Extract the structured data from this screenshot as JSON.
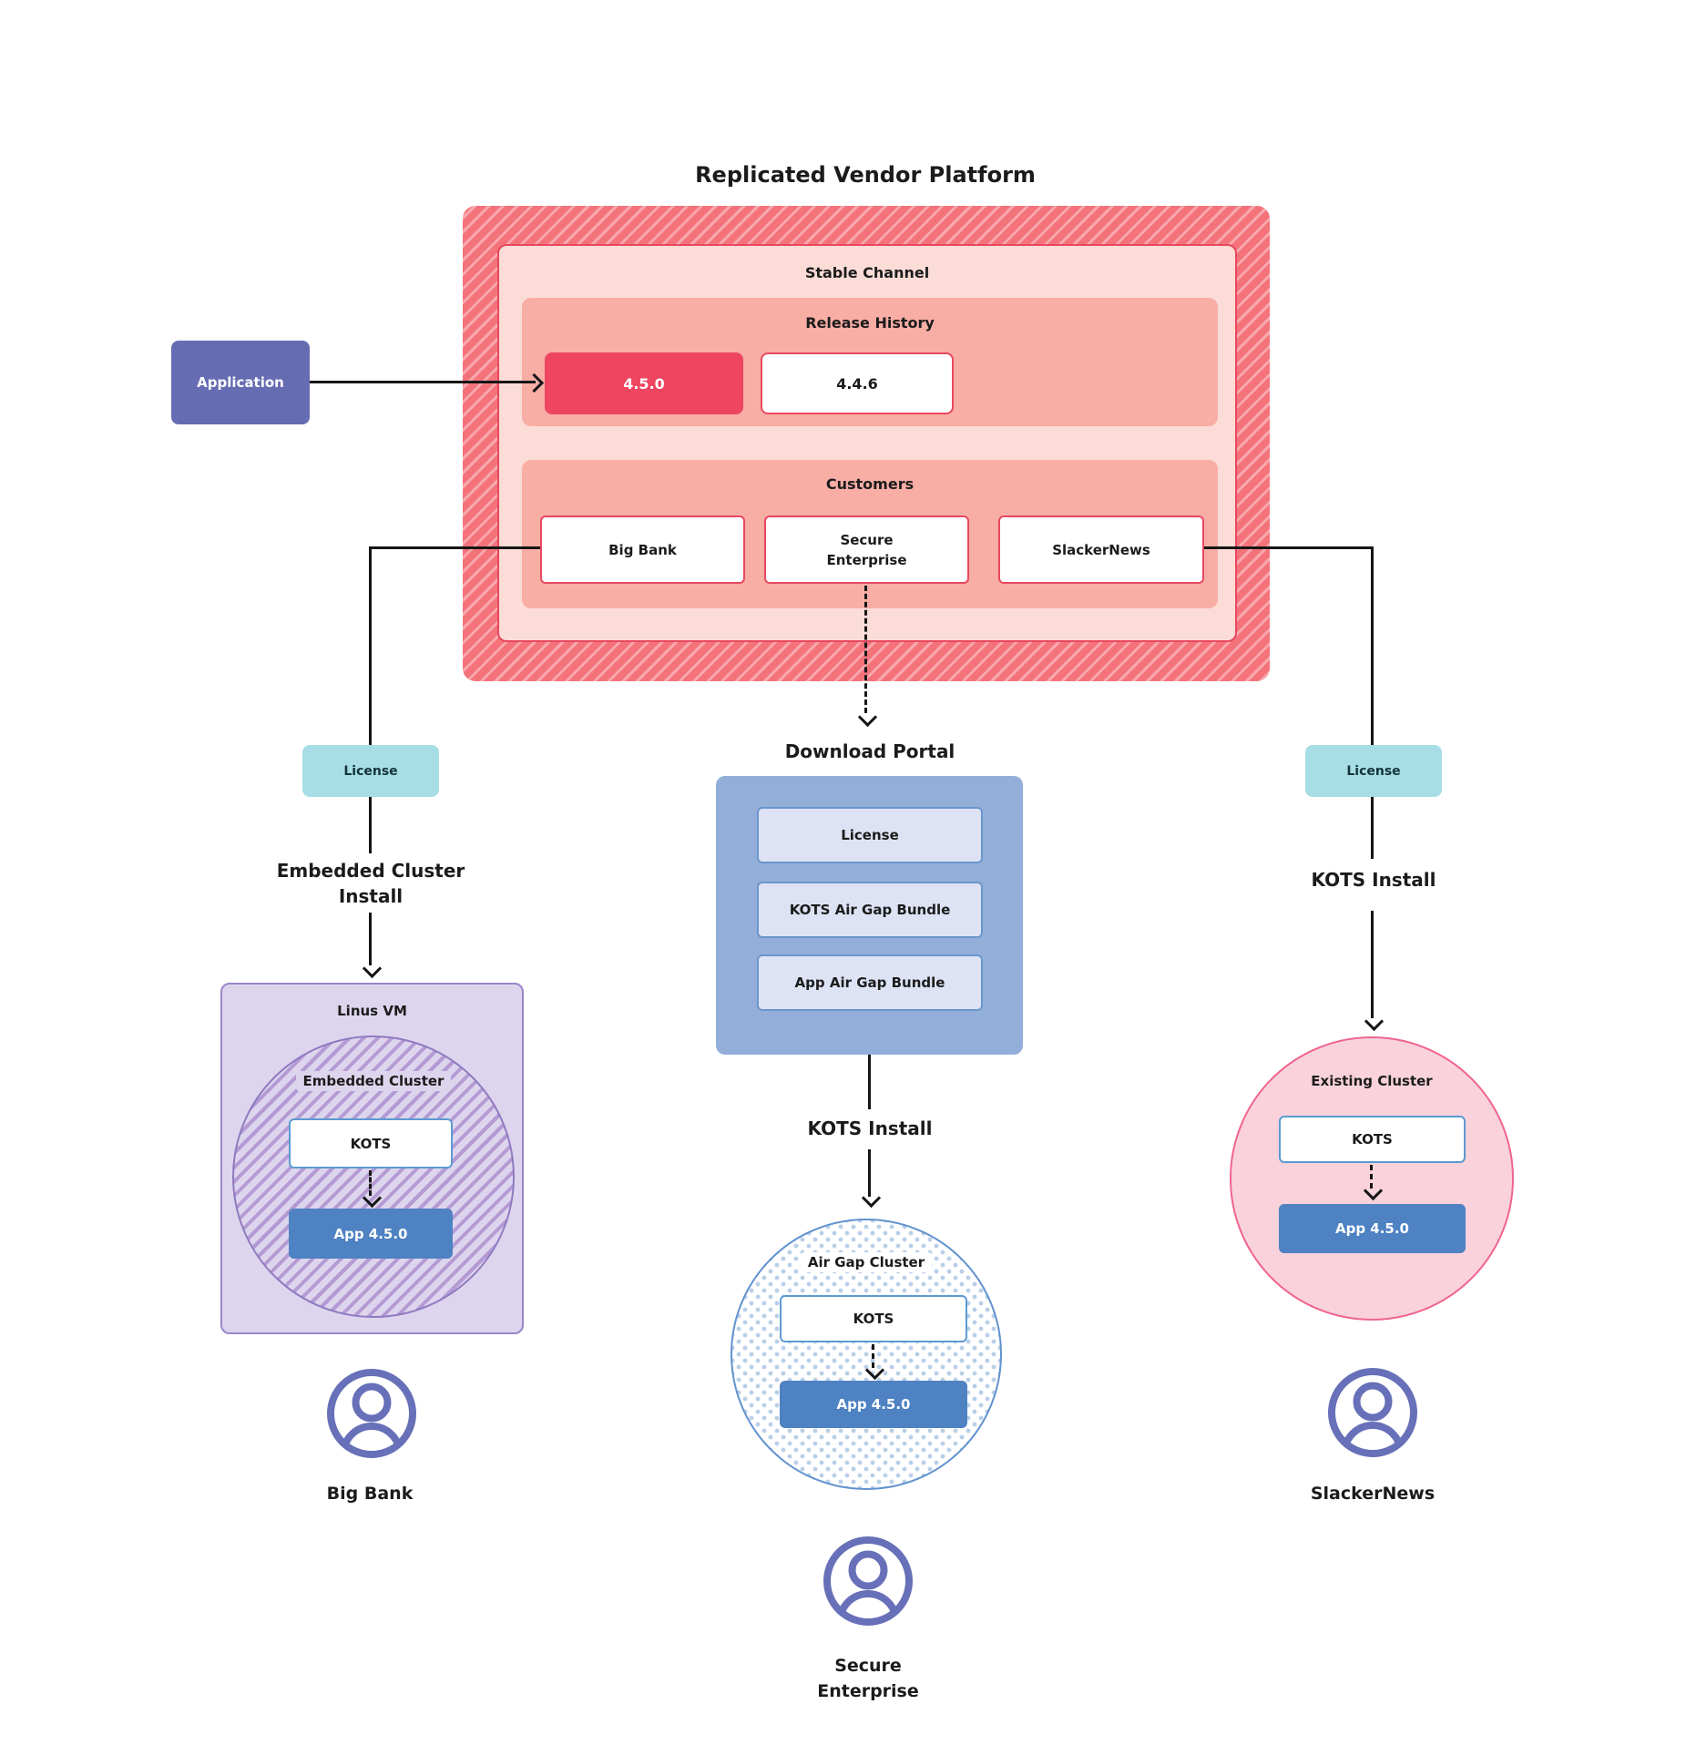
{
  "title": "Replicated Vendor Platform",
  "colors": {
    "platform_red": "#f4737b",
    "stable_fill": "#fcdcd6",
    "panel_pink": "#f8ada5",
    "release_current": "#ee4560",
    "red_border": "#e8485f",
    "application_indigo": "#666cb2",
    "license_teal": "#a7dee6",
    "portal_blue": "#93afd9",
    "bundle_fill": "#dde3f4",
    "kots_border": "#5c9ad2",
    "app_blue": "#4e82c2",
    "vm_lavender": "#ddd5ed",
    "purple_border": "#9b85c8",
    "airgap_border": "#6193ce",
    "existing_pink": "#f9d2dc",
    "avatar_indigo": "#6770b8"
  },
  "platform": {
    "stable_channel_label": "Stable Channel",
    "release_history": {
      "label": "Release History",
      "releases": [
        {
          "version": "4.5.0"
        },
        {
          "version": "4.4.6"
        }
      ]
    },
    "customers": {
      "label": "Customers",
      "items": [
        "Big Bank",
        "Secure Enterprise",
        "SlackerNews"
      ]
    }
  },
  "application": {
    "label": "Application"
  },
  "left_flow": {
    "license_label": "License",
    "install_label": "Embedded Cluster Install",
    "vm": {
      "label": "Linus VM",
      "cluster_label": "Embedded Cluster",
      "kots_label": "KOTS",
      "app_label": "App 4.5.0"
    },
    "user_label": "Big Bank"
  },
  "center_flow": {
    "portal_label": "Download Portal",
    "portal_items": [
      "License",
      "KOTS Air Gap Bundle",
      "App Air Gap Bundle"
    ],
    "install_label": "KOTS Install",
    "cluster": {
      "label": "Air Gap Cluster",
      "kots_label": "KOTS",
      "app_label": "App 4.5.0"
    },
    "user_label": "Secure Enterprise"
  },
  "right_flow": {
    "license_label": "License",
    "install_label": "KOTS Install",
    "cluster": {
      "label": "Existing Cluster",
      "kots_label": "KOTS",
      "app_label": "App 4.5.0"
    },
    "user_label": "SlackerNews"
  }
}
